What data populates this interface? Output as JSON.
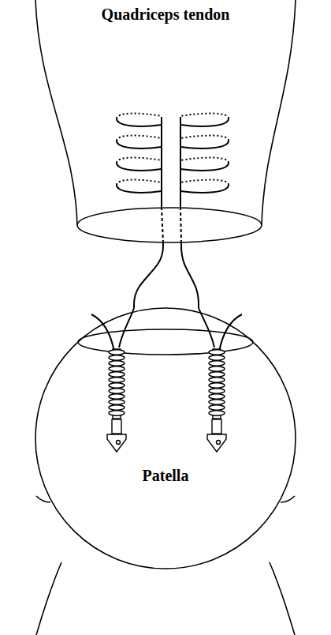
{
  "diagram": {
    "nodes": [
      {
        "text": [
          "Quadriceps tendon"
        ]
      },
      {
        "text": [
          "Patella"
        ]
      }
    ],
    "edges": [
      {
        "from": 0,
        "to": 1,
        "arrow": "none"
      },
      {
        "from": 0,
        "to": 1,
        "arrow": "none"
      }
    ]
  }
}
